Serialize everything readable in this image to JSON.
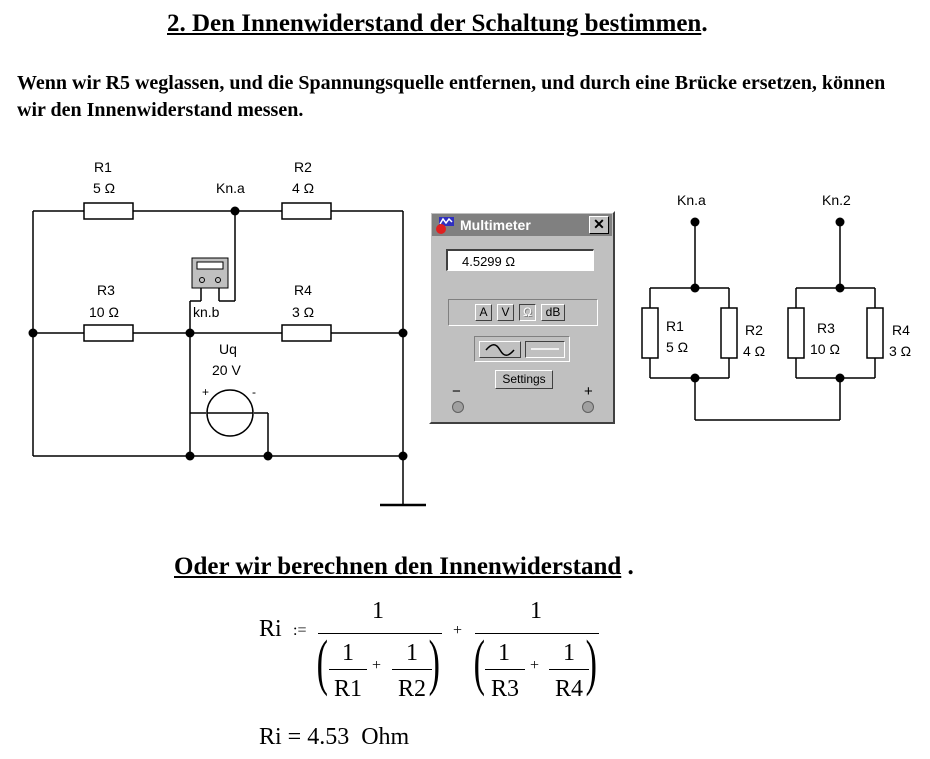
{
  "heading": {
    "number_title": "2. Den Innenwiderstand der Schaltung bestimmen",
    "period": "."
  },
  "intro": "Wenn wir R5 weglassen, und die Spannungsquelle entfernen, und durch eine Brücke ersetzen, können wir den Innenwiderstand messen.",
  "circuit": {
    "r1": {
      "name": "R1",
      "value": "5 Ω"
    },
    "r2": {
      "name": "R2",
      "value": "4 Ω"
    },
    "r3": {
      "name": "R3",
      "value": "10 Ω"
    },
    "r4": {
      "name": "R4",
      "value": "3 Ω"
    },
    "node_a": "Kn.a",
    "node_b": "kn.b",
    "source": {
      "name": "Uq",
      "value": "20 V",
      "plus": "+",
      "minus": "-"
    }
  },
  "multimeter": {
    "title": "Multimeter",
    "close": "✕",
    "reading": "4.5299  Ω",
    "modes": [
      "A",
      "V",
      "Ω",
      "dB"
    ],
    "active_mode": "Ω",
    "settings": "Settings",
    "minus": "−",
    "plus": "+"
  },
  "equivalent": {
    "node_top_left": "Kn.a",
    "node_top_right": "Kn.2",
    "r1": {
      "name": "R1",
      "value": "5 Ω"
    },
    "r2": {
      "name": "R2",
      "value": "4 Ω"
    },
    "r3": {
      "name": "R3",
      "value": "10 Ω"
    },
    "r4": {
      "name": "R4",
      "value": "3 Ω"
    }
  },
  "calc": {
    "heading": "Oder wir berechnen den Innenwiderstand",
    "period": " .",
    "lhs": "Ri",
    "assign": ":=",
    "one": "1",
    "plus": "+",
    "r1": "R1",
    "r2": "R2",
    "r3": "R3",
    "r4": "R4",
    "result": "Ri = 4.53  Ohm"
  }
}
